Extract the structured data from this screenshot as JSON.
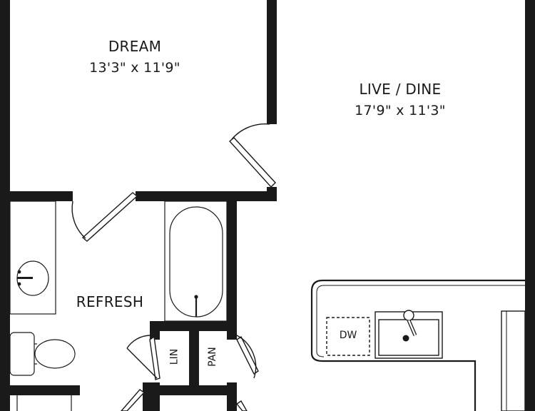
{
  "rooms": {
    "dream": {
      "name": "DREAM",
      "dims": "13'3\" x 11'9\""
    },
    "live": {
      "name": "LIVE / DINE",
      "dims": "17'9\" x 11'3\""
    },
    "refresh": {
      "name": "REFRESH"
    }
  },
  "fixtures": {
    "dishwasher": "DW",
    "linen": "LIN",
    "pantry": "PAN"
  },
  "colors": {
    "wall": "#1a1a1a",
    "line": "#1a1a1a",
    "background": "#ffffff"
  }
}
